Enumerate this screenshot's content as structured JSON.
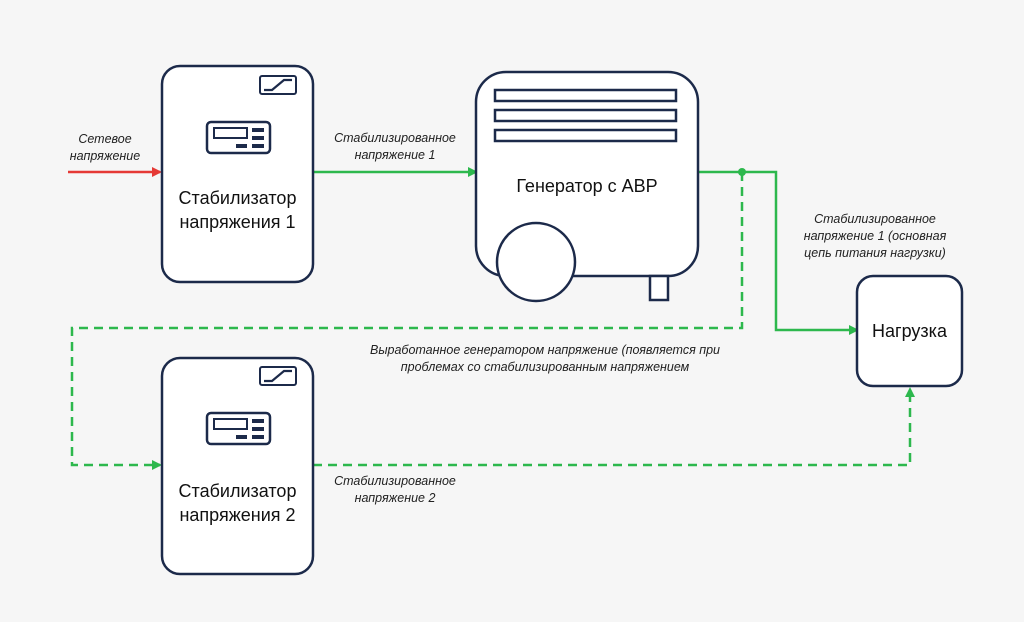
{
  "colors": {
    "outline": "#1c2a4a",
    "mains_line": "#e53935",
    "stabilized_line": "#2db84d",
    "background": "#f6f6f6"
  },
  "icons": {
    "brand": "stabilizer-brand-icon",
    "display": "stabilizer-display-icon"
  },
  "input_label": {
    "line1": "Сетевое",
    "line2": "напряжение"
  },
  "stabilizer1": {
    "name_line1": "Стабилизатор",
    "name_line2": "напряжения 1"
  },
  "stabilizer2": {
    "name_line1": "Стабилизатор",
    "name_line2": "напряжения 2"
  },
  "generator": {
    "name": "Генератор с АВР"
  },
  "load": {
    "name": "Нагрузка"
  },
  "edge_labels": {
    "stab1_to_gen": {
      "line1": "Стабилизированное",
      "line2": "напряжение 1"
    },
    "gen_to_load": {
      "line1": "Стабилизированное",
      "line2": "напряжение 1 (основная",
      "line3": "цепь питания нагрузки)"
    },
    "gen_to_stab2": {
      "line1": "Выработанное генератором напряжение (появляется при",
      "line2": "проблемах со стабилизированным напряжением"
    },
    "stab2_to_load": {
      "line1": "Стабилизированное",
      "line2": "напряжение 2"
    }
  }
}
